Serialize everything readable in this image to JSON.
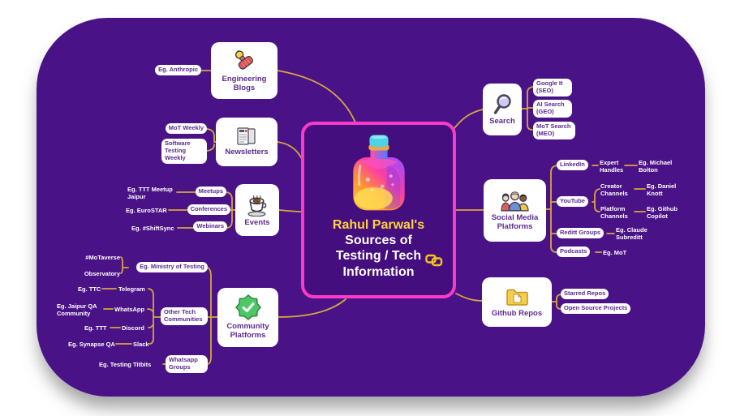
{
  "colors": {
    "canvas": "#FFFFFF",
    "card_bg": "#4A1287",
    "center_bg": "#450E7E",
    "center_border": "#FA3BC8",
    "connector": "#D6A63E",
    "node_text": "#5C2A90",
    "title_highlight_color": "#FFD23E",
    "title_text_color": "#FFFFFF"
  },
  "center": {
    "title_highlight": "Rahul Parwal's",
    "title_rest": "Sources of Testing / Tech Information",
    "icons": [
      "potion-bottle-icon",
      "link-icon"
    ]
  },
  "left_branches": {
    "engineering_blogs": {
      "label": "Engineering Blogs",
      "example": "Eg. Anthropic",
      "icon": "stamp-icon"
    },
    "newsletters": {
      "label": "Newsletters",
      "icon": "newspaper-icon",
      "items": [
        "MoT Weekly",
        "Software Testing Weekly"
      ]
    },
    "events": {
      "label": "Events",
      "icon": "coffee-cup-icon",
      "children": [
        {
          "label": "Meetups",
          "example": "Eg. TTT Meetup Jaipur"
        },
        {
          "label": "Conferences",
          "example": "Eg. EuroSTAR"
        },
        {
          "label": "Webinars",
          "example": "Eg. #ShiftSync"
        }
      ]
    },
    "community_platforms": {
      "label": "Community Platforms",
      "icon": "verified-badge-icon",
      "children": [
        {
          "label": "Eg. Ministry of Testing",
          "items": [
            "#MoTaverse",
            "Observatory"
          ]
        },
        {
          "label": "Other Tech Communities",
          "children": [
            {
              "label": "Telegram",
              "example": "Eg. TTC"
            },
            {
              "label": "WhatsApp",
              "example": "Eg. Jaipur QA Community"
            },
            {
              "label": "Discord",
              "example": "Eg. TTT"
            },
            {
              "label": "Slack",
              "example": "Eg. Synapse QA"
            }
          ]
        },
        {
          "label": "Whatsapp Groups",
          "example": "Eg. Testing Titbits"
        }
      ]
    }
  },
  "right_branches": {
    "search": {
      "label": "Search",
      "icon": "magnifier-icon",
      "items": [
        "Google It (SEO)",
        "AI Search (GEO)",
        "MoT Search (MEO)"
      ]
    },
    "social_media": {
      "label": "Social Media Platforms",
      "icon": "people-icon",
      "children": [
        {
          "label": "LinkedIn",
          "sub": "Expert Handles",
          "example": "Eg. Michael Bolton"
        },
        {
          "label": "YouTube",
          "children": [
            {
              "label": "Creator Channels",
              "example": "Eg. Daniel Knott"
            },
            {
              "label": "Platform Channels",
              "example": "Eg. Github Copilot"
            }
          ]
        },
        {
          "label": "Reditt Groups",
          "example": "Eg. Claude Subreditt"
        },
        {
          "label": "Podcasts",
          "example": "Eg. MoT"
        }
      ]
    },
    "github_repos": {
      "label": "Github Repos",
      "icon": "folder-icon",
      "items": [
        "Starred Repos",
        "Open Source Projects"
      ]
    }
  }
}
